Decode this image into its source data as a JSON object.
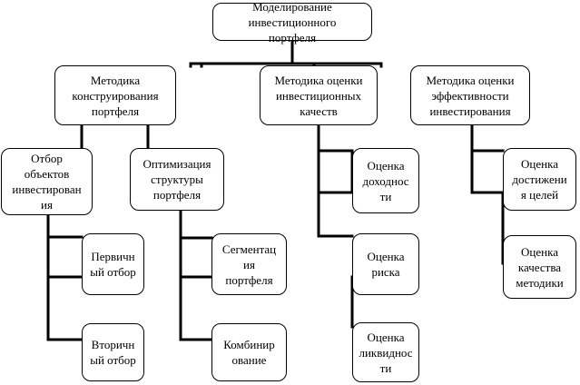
{
  "diagram": {
    "root": {
      "label": "Моделирование\nинвестиционного\nпортфеля"
    },
    "branches": {
      "construction": {
        "label": "Методика\nконструирования\nпортфеля",
        "selection": {
          "label": "Отбор\nобъектов\nинвестирован\nия",
          "primary": {
            "label": "Первичн\nый отбор"
          },
          "secondary": {
            "label": "Вторичн\nый отбор"
          }
        },
        "optimization": {
          "label": "Оптимизация\nструктуры\nпортфеля",
          "segmentation": {
            "label": "Сегментац\nия\nпортфеля"
          },
          "combination": {
            "label": "Комбинир\nование"
          }
        }
      },
      "quality": {
        "label": "Методика оценки\nинвестиционных\nкачеств",
        "profitability": {
          "label": "Оценка\nдоходнос\nти"
        },
        "risk": {
          "label": "Оценка\nриска"
        },
        "liquidity": {
          "label": "Оценка\nликвиднос\nти"
        }
      },
      "efficiency": {
        "label": "Методика оценки\nэффективности\nинвестирования",
        "goals": {
          "label": "Оценка\nдостижени\nя целей"
        },
        "method_quality": {
          "label": "Оценка\nкачества\nметодики"
        }
      }
    }
  }
}
